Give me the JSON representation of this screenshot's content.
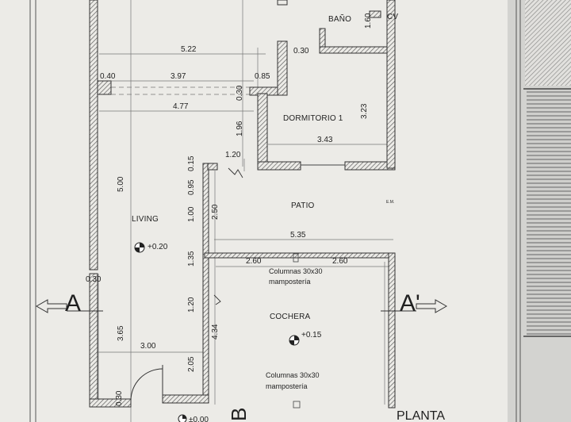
{
  "rooms": {
    "bano": "BAÑO",
    "cv": "CV",
    "dormitorio": "DORMITORIO 1",
    "living": "LIVING",
    "patio": "PATIO",
    "cochera": "COCHERA"
  },
  "levels": {
    "living": "+0.20",
    "cochera": "+0.15",
    "bottom": "±0.00"
  },
  "notes": {
    "columnas_1": "Columnas 30x30",
    "mamposteria_1": "mampostería",
    "columnas_2": "Columnas 30x30",
    "mamposteria_2": "mampostería",
    "em": "E.M."
  },
  "dimensions": {
    "d522": "5.22",
    "d030_top": "0.30",
    "d040": "0.40",
    "d397": "3.97",
    "d030_mid": "0.30",
    "d085": "0.85",
    "d477": "4.77",
    "d160": "1.60",
    "d323": "3.23",
    "d343": "3.43",
    "d196": "1.96",
    "d120_top": "1.20",
    "d015": "0.15",
    "d095": "0.95",
    "d250": "2.50",
    "d100": "1.00",
    "d500": "5.00",
    "d535": "5.35",
    "d260_l": "2.60",
    "d260_r": "2.60",
    "d135": "1.35",
    "d030_left": "0.30",
    "d120_mid": "1.20",
    "d434": "4.34",
    "d365": "3.65",
    "d300": "3.00",
    "d205": "2.05",
    "d030_bot": "0.30"
  },
  "section_marks": {
    "a": "A",
    "a_prime": "A'",
    "b": "B"
  },
  "plan_title": "PLANTA"
}
